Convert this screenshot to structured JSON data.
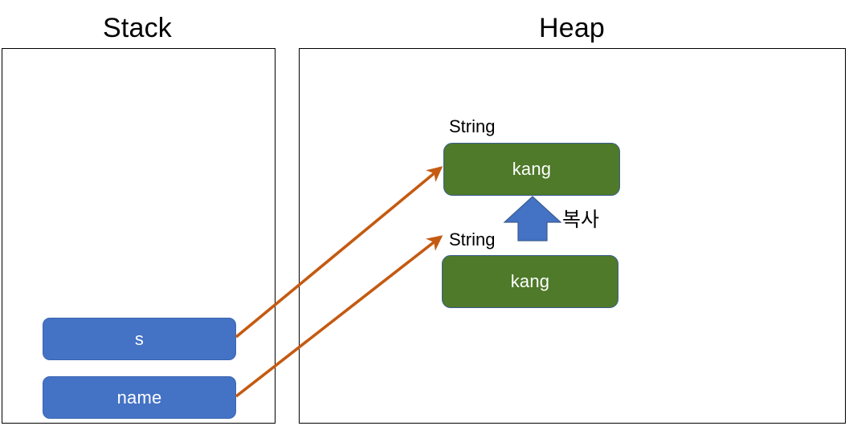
{
  "diagram": {
    "title": "Stack and Heap string reference diagram",
    "regions": [
      {
        "id": "stack",
        "label": "Stack"
      },
      {
        "id": "heap",
        "label": "Heap"
      }
    ],
    "stack_variables": [
      {
        "id": "s",
        "label": "s"
      },
      {
        "id": "name",
        "label": "name"
      }
    ],
    "heap_objects": [
      {
        "id": "obj-top",
        "type_label": "String",
        "value": "kang"
      },
      {
        "id": "obj-bottom",
        "type_label": "String",
        "value": "kang"
      }
    ],
    "annotations": [
      {
        "id": "copy",
        "label": "복사",
        "meaning": "copy"
      }
    ],
    "arrows": [
      {
        "id": "s-to-top",
        "from": "s",
        "to": "obj-top",
        "style": "orange-reference"
      },
      {
        "id": "name-to-bottom",
        "from": "name",
        "to": "obj-bottom",
        "style": "orange-reference"
      },
      {
        "id": "copy-arrow",
        "from": "obj-bottom",
        "to": "obj-top",
        "style": "blue-block-up"
      }
    ],
    "colors": {
      "stack_box_fill": "#4472C4",
      "stack_box_border": "#3B66B0",
      "heap_box_fill": "#4E7A29",
      "heap_box_border": "#3A5D8F",
      "reference_arrow": "#C55A11",
      "copy_arrow_fill": "#4472C4",
      "copy_arrow_border": "#3A5D8F",
      "frame_border": "#000000",
      "background": "#FFFFFF",
      "box_text": "#FFFFFF",
      "label_text": "#000000"
    }
  }
}
